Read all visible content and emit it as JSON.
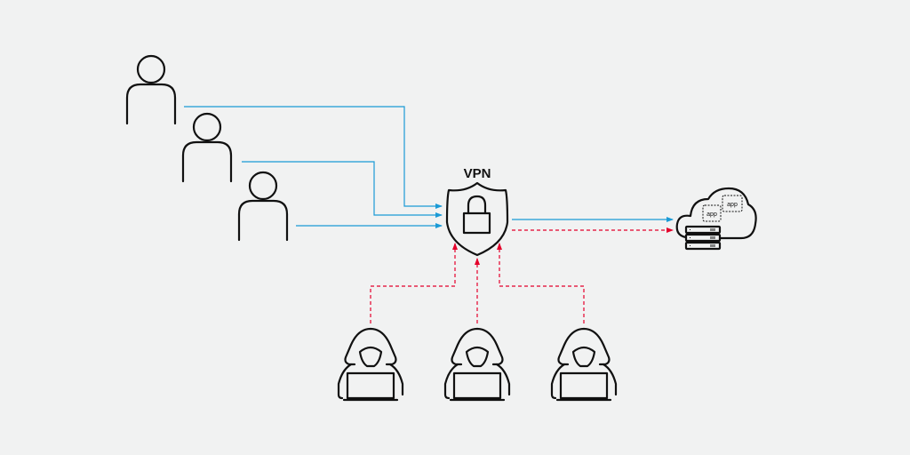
{
  "diagram": {
    "vpn_label": "VPN",
    "app_labels": [
      "app",
      "app"
    ],
    "colors": {
      "background": "#f1f2f2",
      "legit": "#1a9ad6",
      "attack": "#e4002b",
      "ink": "#111111"
    },
    "nodes": {
      "users": 3,
      "attackers": 3
    }
  }
}
